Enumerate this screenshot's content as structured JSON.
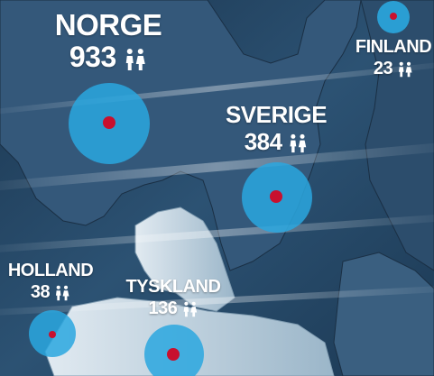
{
  "colors": {
    "sea_dark": "#1e3b55",
    "land_light": "#c7d7e2",
    "bubble": "#2aa7df",
    "marker": "#c8102e",
    "text": "#ffffff"
  },
  "icon": "people-icon",
  "countries": [
    {
      "key": "norge",
      "name": "NORGE",
      "count": "933"
    },
    {
      "key": "sverige",
      "name": "SVERIGE",
      "count": "384"
    },
    {
      "key": "finland",
      "name": "FINLAND",
      "count": "23"
    },
    {
      "key": "holland",
      "name": "HOLLAND",
      "count": "38"
    },
    {
      "key": "tyskland",
      "name": "TYSKLAND",
      "count": "136"
    }
  ]
}
